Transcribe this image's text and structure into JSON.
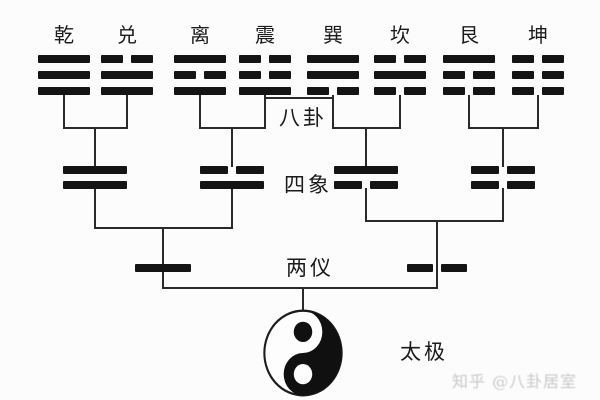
{
  "diagram": {
    "trigrams": [
      {
        "name": "乾",
        "lines": [
          "solid",
          "solid",
          "solid"
        ]
      },
      {
        "name": "兑",
        "lines": [
          "broken",
          "solid",
          "solid"
        ]
      },
      {
        "name": "离",
        "lines": [
          "solid",
          "broken",
          "solid"
        ]
      },
      {
        "name": "震",
        "lines": [
          "broken",
          "broken",
          "solid"
        ]
      },
      {
        "name": "巽",
        "lines": [
          "solid",
          "solid",
          "broken"
        ]
      },
      {
        "name": "坎",
        "lines": [
          "broken",
          "solid",
          "broken"
        ]
      },
      {
        "name": "艮",
        "lines": [
          "solid",
          "broken",
          "broken"
        ]
      },
      {
        "name": "坤",
        "lines": [
          "broken",
          "broken",
          "broken"
        ]
      }
    ],
    "level_labels": {
      "bagua": "八卦",
      "sixiang": "四象",
      "liangyi": "两仪",
      "taiji": "太极"
    },
    "sixiang": [
      {
        "lines": [
          "solid",
          "solid"
        ]
      },
      {
        "lines": [
          "broken",
          "solid"
        ]
      },
      {
        "lines": [
          "solid",
          "broken"
        ]
      },
      {
        "lines": [
          "broken",
          "broken"
        ]
      }
    ],
    "liangyi": [
      {
        "lines": [
          "solid"
        ]
      },
      {
        "lines": [
          "broken"
        ]
      }
    ]
  },
  "watermark": {
    "text": "知乎 @八卦居室"
  },
  "colors": {
    "ink": "#2a2a2a",
    "bar": "#141414",
    "background": "#fcfcfc",
    "watermark_gray": "#c9c9c9"
  }
}
